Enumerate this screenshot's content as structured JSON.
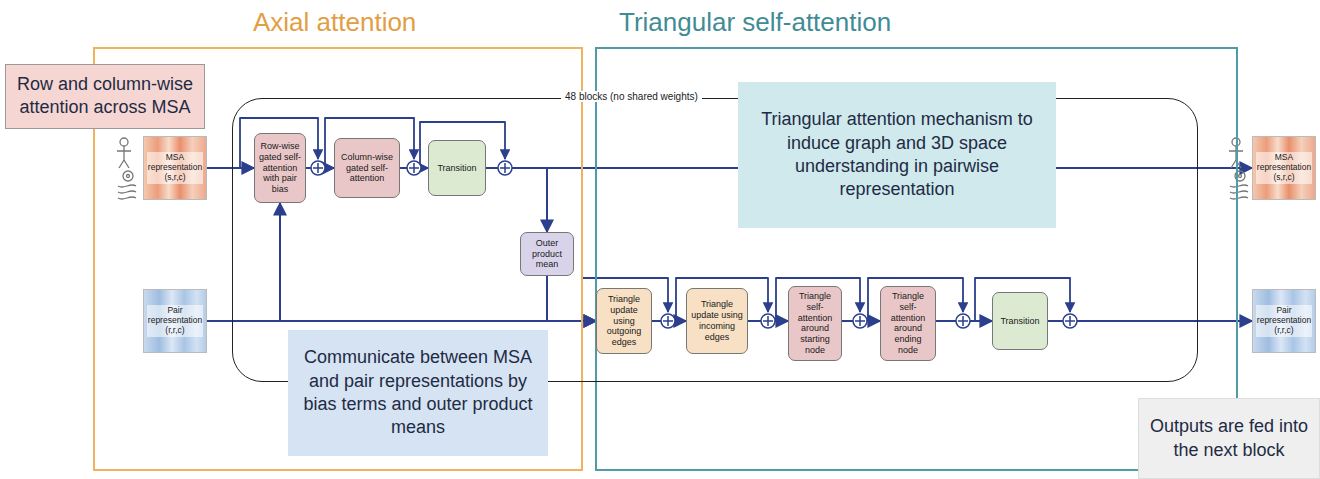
{
  "diagram": {
    "nodes": [
      {
        "text": [
          "Axial attention"
        ]
      },
      {
        "text": [
          "Triangular self-attention"
        ]
      },
      {
        "text": [
          "48 blocks (no shared weights)"
        ]
      },
      {
        "text": [
          "Row and column-wise attention across MSA"
        ]
      },
      {
        "text": [
          "MSA representation (s,r,c)"
        ]
      },
      {
        "text": [
          "Pair representation (r,r,c)"
        ]
      },
      {
        "text": [
          "Row-wise gated self-attention with pair bias"
        ],
        "in": 2
      },
      {
        "text": [
          "Column-wise gated self-attention"
        ],
        "in": 2
      },
      {
        "text": [
          "Transition"
        ],
        "in": 2
      },
      {
        "text": [
          "Outer product mean"
        ],
        "in": 2
      },
      {
        "text": [
          "Triangle update using outgoing edges"
        ],
        "in": 2
      },
      {
        "text": [
          "Triangle update using incoming edges"
        ],
        "in": 2
      },
      {
        "text": [
          "Triangle self-attention around starting node"
        ],
        "in": 2
      },
      {
        "text": [
          "Triangle self-attention around ending node"
        ],
        "in": 2
      },
      {
        "text": [
          "Transition"
        ],
        "in": 2
      },
      {
        "text": [
          "Triangular attention mechanism to induce graph and 3D space understanding in pairwise representation"
        ]
      },
      {
        "text": [
          "Communicate between MSA and pair representations by bias terms and outer product means"
        ]
      },
      {
        "text": [
          "MSA representation (s,r,c)"
        ]
      },
      {
        "text": [
          "Pair representation (r,r,c)"
        ]
      },
      {
        "text": [
          "Outputs are fed into the next block"
        ]
      }
    ],
    "edges": [
      {
        "from": 4,
        "to": 6,
        "arrow": "to"
      },
      {
        "from": 6,
        "to": 7,
        "arrow": "to"
      },
      {
        "from": 7,
        "to": 8,
        "arrow": "to"
      },
      {
        "from": 8,
        "to": 9,
        "arrow": "to"
      },
      {
        "from": 8,
        "to": 17,
        "arrow": "to"
      },
      {
        "from": 5,
        "to": 6,
        "arrow": "to"
      },
      {
        "from": 5,
        "to": 10,
        "arrow": "to"
      },
      {
        "from": 9,
        "to": 10,
        "arrow": "to"
      },
      {
        "from": 10,
        "to": 11,
        "arrow": "to"
      },
      {
        "from": 11,
        "to": 12,
        "arrow": "to"
      },
      {
        "from": 12,
        "to": 13,
        "arrow": "to"
      },
      {
        "from": 13,
        "to": 14,
        "arrow": "to"
      },
      {
        "from": 14,
        "to": 18,
        "arrow": "to"
      }
    ]
  }
}
